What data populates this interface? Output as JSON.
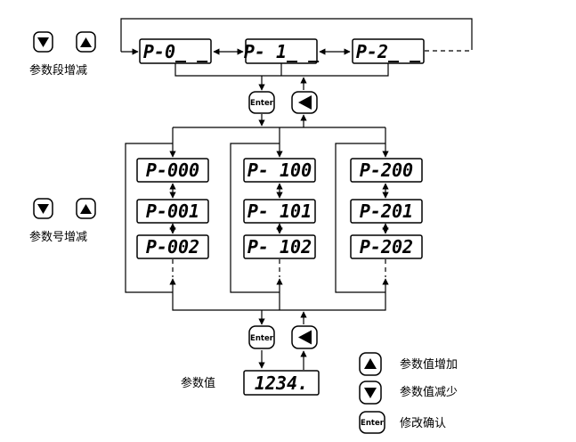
{
  "keys": {
    "up": "▲",
    "down": "▼",
    "enter": "Enter",
    "back": "◀"
  },
  "labels": {
    "segment_adjust": "参数段增减",
    "number_adjust": "参数号增减",
    "value": "参数值"
  },
  "displays": {
    "segments": [
      "P-0_ _",
      "P- 1_ _",
      "P-2_ _"
    ],
    "col0": [
      "P-000",
      "P-001",
      "P-002"
    ],
    "col1": [
      "P- 100",
      "P- 101",
      "P- 102"
    ],
    "col2": [
      "P-200",
      "P-201",
      "P-202"
    ],
    "value": "1234."
  },
  "legend": [
    {
      "icon": "up",
      "text": "参数值增加"
    },
    {
      "icon": "down",
      "text": "参数值减少"
    },
    {
      "icon": "enter",
      "text": "修改确认"
    }
  ]
}
